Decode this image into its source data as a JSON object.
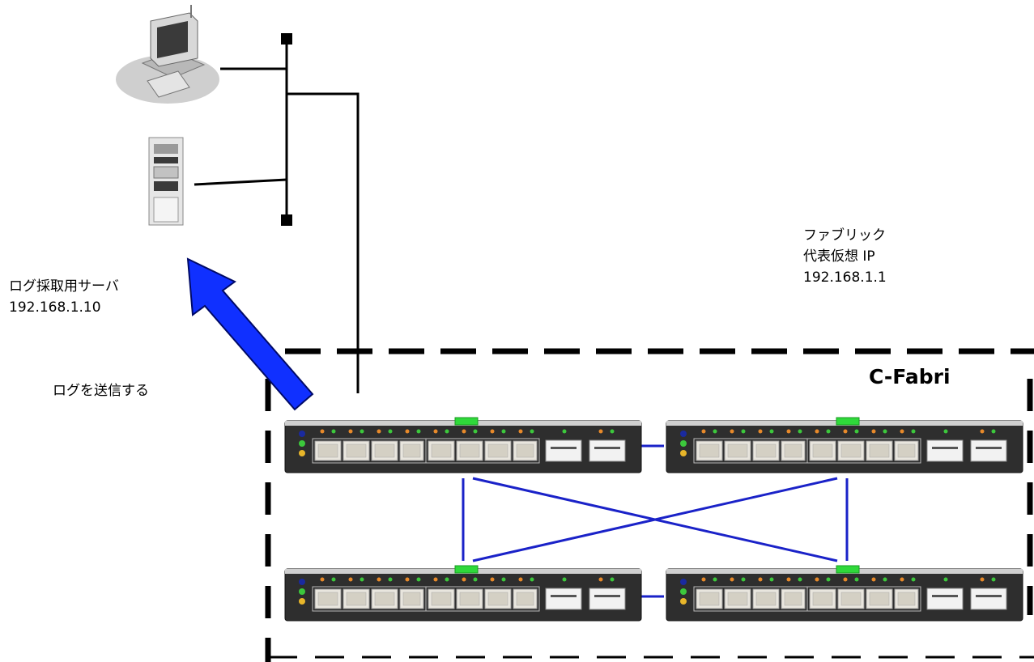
{
  "fabric": {
    "title": "C-Fabri",
    "vip_label_line1": "ファブリック",
    "vip_label_line2": "代表仮想 IP",
    "vip_address": "192.168.1.1"
  },
  "log_server": {
    "label": "ログ採取用サーバ",
    "ip": "192.168.1.10"
  },
  "action": {
    "label": "ログを送信する"
  },
  "colors": {
    "fabric_link": "#1a22c8",
    "send_arrow": "#1030ff",
    "network_line": "#000000",
    "switch_body": "#2e2e2e",
    "switch_led_green": "#2fd93a"
  },
  "icons": [
    "workstation-icon",
    "server-tower-icon",
    "network-switch-icon"
  ]
}
